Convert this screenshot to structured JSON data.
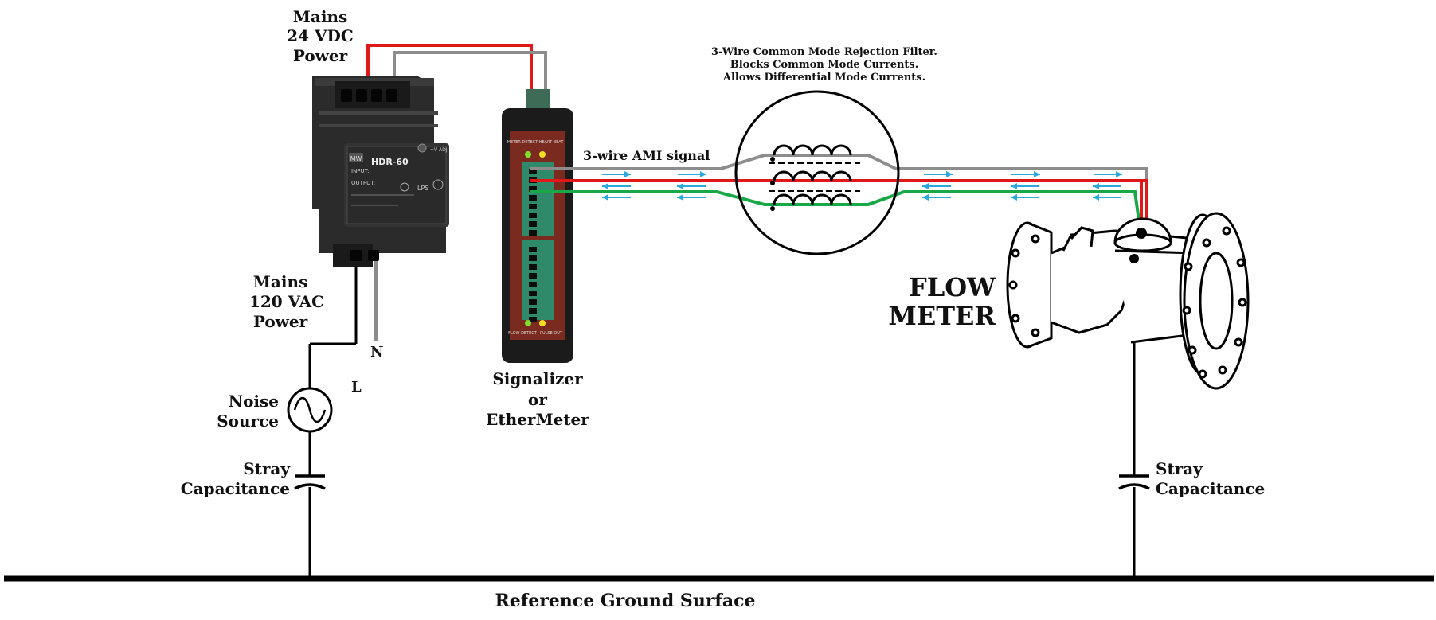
{
  "labels": {
    "mains_dc_1": "Mains",
    "mains_dc_2": "24 VDC",
    "mains_dc_3": "Power",
    "mains_ac_1": "Mains",
    "mains_ac_2": "120 VAC",
    "mains_ac_3": "Power",
    "n_terminal": "N",
    "l_terminal": "L",
    "noise_1": "Noise",
    "noise_2": "Source",
    "stray_left_1": "Stray",
    "stray_left_2": "Capacitance",
    "stray_right_1": "Stray",
    "stray_right_2": "Capacitance",
    "signalizer_1": "Signalizer",
    "signalizer_2": "or",
    "signalizer_3": "EtherMeter",
    "ami_signal": "3-wire AMI signal",
    "filter_1": "3-Wire Common Mode Rejection Filter.",
    "filter_2": "Blocks Common Mode Currents.",
    "filter_3": "Allows Differential Mode Currents.",
    "flow_1": "FLOW",
    "flow_2": "METER",
    "ground": "Reference Ground Surface"
  },
  "power_supply": {
    "brand": "MW",
    "model": "HDR-60",
    "input_label": "INPUT:",
    "output_label": "OUTPUT:",
    "rating_mark": "LPS",
    "adj_label": "+V ADJ."
  },
  "signalizer_device": {
    "top_left_led": "METER DETECT",
    "top_right_led": "HEART BEAT",
    "bottom_left_led": "FLOW DETECT",
    "bottom_right_led": "PULSE OUT"
  },
  "colors": {
    "wire_red": "#e01818",
    "wire_gray": "#8c8c8c",
    "wire_green": "#18a848",
    "current_arrow": "#29a9e0",
    "terminal_green": "#2f8a6a",
    "device_body": "#1b1b1b",
    "device_panel": "#7a2a1e",
    "led_green": "#7ee02a",
    "led_yellow": "#f0e020"
  }
}
